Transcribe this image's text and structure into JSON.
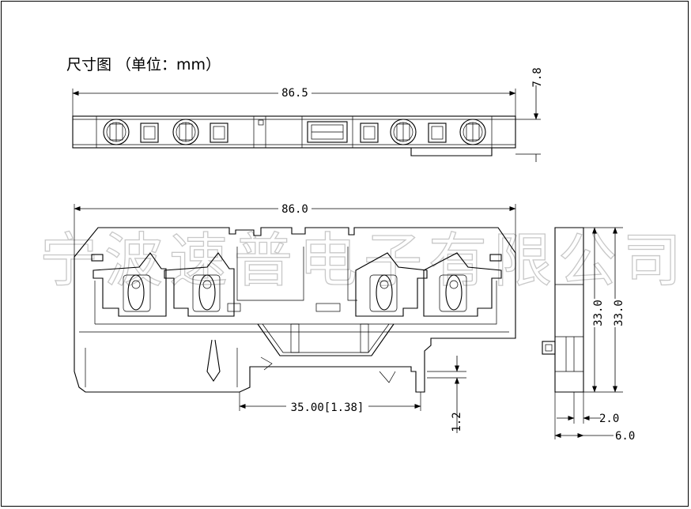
{
  "title": "尺寸图 （单位：mm）",
  "watermark": "宁波速普电子有限公司",
  "dimensions": {
    "top_width": "86.5",
    "top_height": "7.8",
    "front_width": "86.0",
    "rail_width": "35.00[1.38]",
    "rail_offset": "1.2",
    "side_height_a": "33.0",
    "side_height_b": "33.0",
    "side_small": "2.0",
    "side_width": "6.0"
  }
}
